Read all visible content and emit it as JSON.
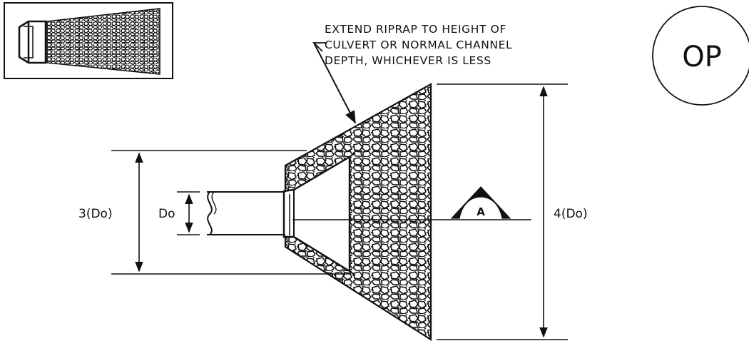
{
  "drawing": {
    "note_lines": [
      "EXTEND RIPRAP TO HEIGHT OF",
      "CULVERT OR NORMAL CHANNEL",
      "DEPTH, WHICHEVER IS LESS"
    ],
    "dim_left": "3(Do)",
    "dim_pipe": "Do",
    "dim_right": "4(Do)",
    "section_mark": "A",
    "badge": "OP"
  },
  "colors": {
    "line": "#111111",
    "paper": "#ffffff"
  }
}
